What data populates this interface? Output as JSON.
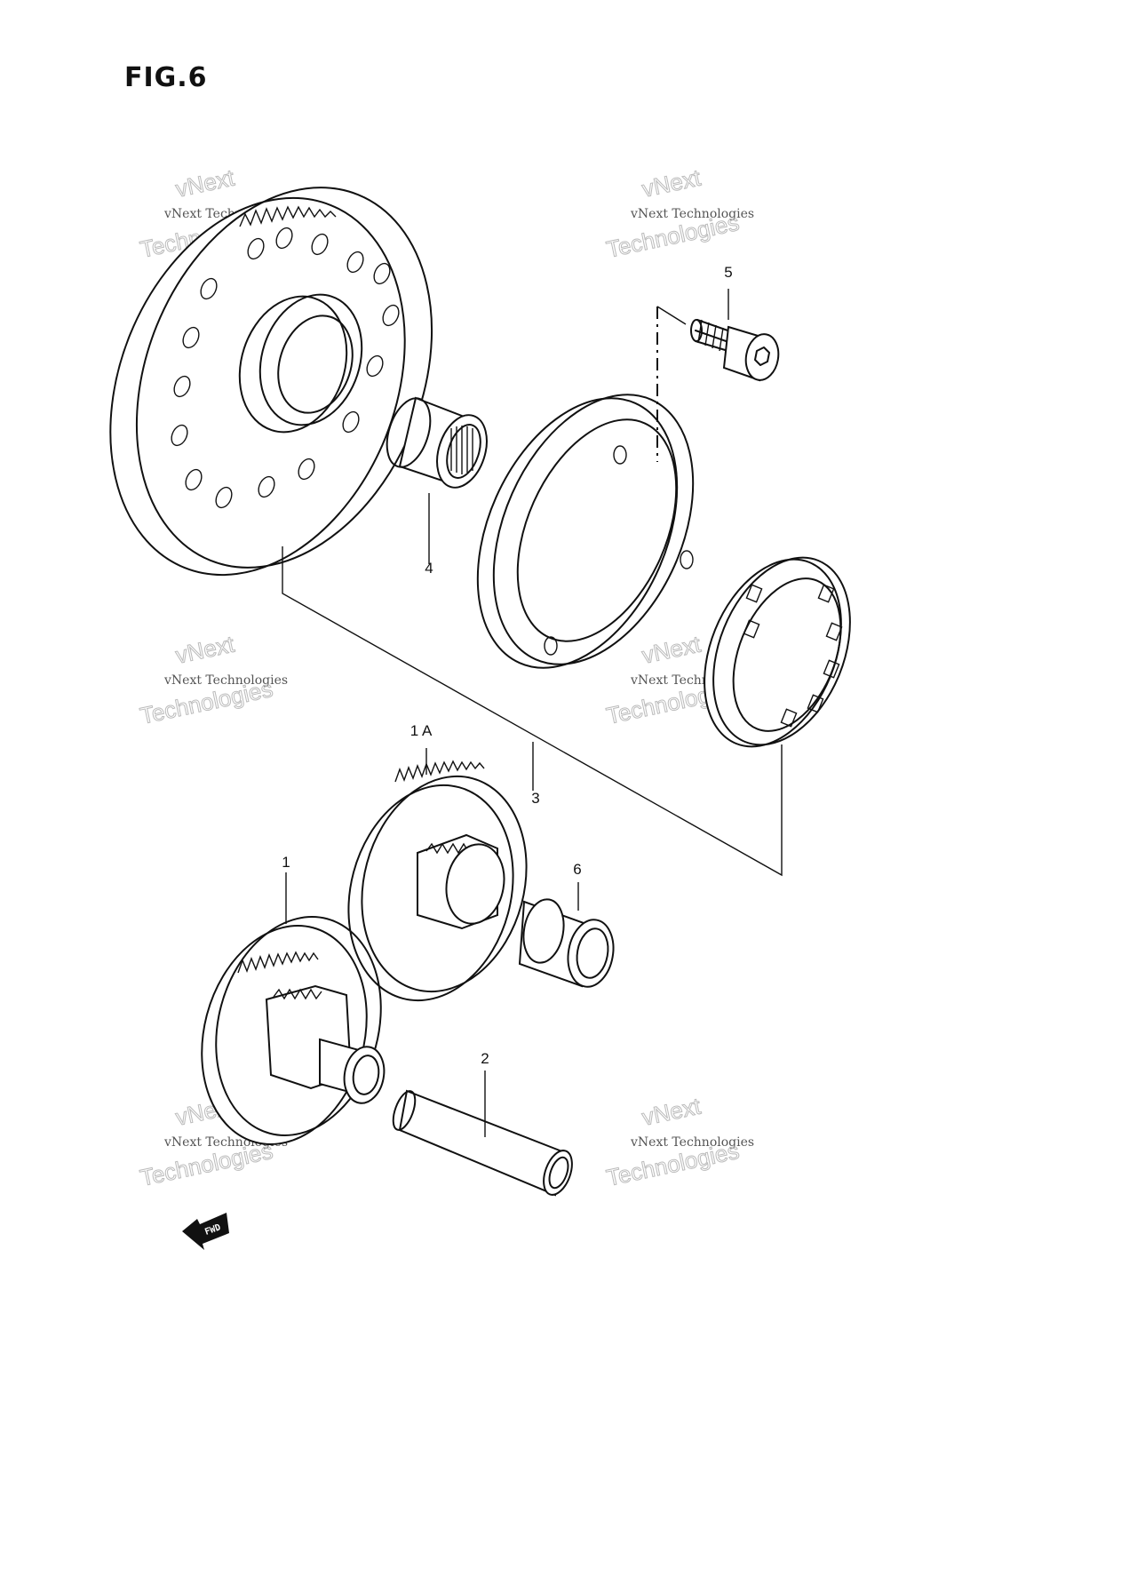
{
  "figure": {
    "title": "FIG.6"
  },
  "callouts": {
    "part_1": "1",
    "part_1a": "1 A",
    "part_2": "2",
    "part_3": "3",
    "part_4": "4",
    "part_5": "5",
    "part_6": "6"
  },
  "direction_marker": {
    "label": "FWD",
    "icon": "forward-arrow-icon"
  },
  "watermark": {
    "line1": "vNext Technologies",
    "line2": "vNext",
    "line3": "Technologies"
  }
}
